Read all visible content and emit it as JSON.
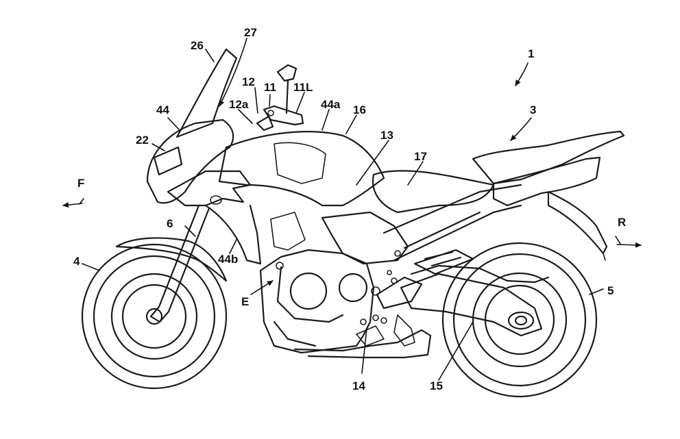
{
  "labels": {
    "l1": "1",
    "l3": "3",
    "l4": "4",
    "l5": "5",
    "l6": "6",
    "l11": "11",
    "l11L": "11L",
    "l12": "12",
    "l12a": "12a",
    "l13": "13",
    "l14": "14",
    "l15": "15",
    "l16": "16",
    "l17": "17",
    "l22": "22",
    "l26": "26",
    "l27": "27",
    "l44": "44",
    "l44a": "44a",
    "l44b": "44b",
    "lE": "E",
    "lF": "F",
    "lR": "R"
  },
  "colors": {
    "line": "#1a1a1a",
    "background": "#ffffff"
  }
}
